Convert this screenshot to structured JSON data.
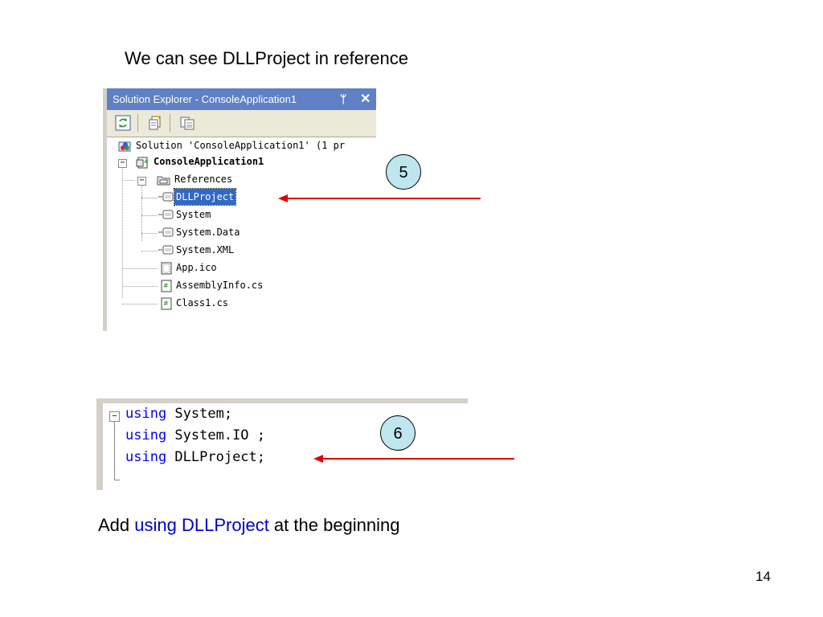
{
  "slide": {
    "title": "We can see DLLProject in reference",
    "caption_prefix": "Add ",
    "caption_code": "using DLLProject",
    "caption_suffix": " at the beginning",
    "page_number": "14"
  },
  "solution_explorer": {
    "title": "Solution Explorer - ConsoleApplication1",
    "pin_glyph": "ᛘ",
    "close_glyph": "✕",
    "toolbar": [
      "refresh-icon",
      "properties-icon",
      "show-all-files-icon"
    ],
    "tree": {
      "solution": "Solution 'ConsoleApplication1' (1 pr",
      "project": "ConsoleApplication1",
      "references_folder": "References",
      "references": [
        "DLLProject",
        "System",
        "System.Data",
        "System.XML"
      ],
      "files": [
        "App.ico",
        "AssemblyInfo.cs",
        "Class1.cs"
      ]
    }
  },
  "code_editor": {
    "lines": [
      {
        "keyword": "using",
        "rest": " System;"
      },
      {
        "keyword": "using",
        "rest": " System.IO ;"
      },
      {
        "keyword": "using",
        "rest": " DLLProject;"
      }
    ]
  },
  "callouts": [
    {
      "label": "5"
    },
    {
      "label": "6"
    }
  ],
  "colors": {
    "arrow": "#e00000",
    "badge_fill": "#bfe6ee",
    "keyword": "#0000ff",
    "selection": "#316ac5",
    "titlebar": "#5f80c4"
  }
}
